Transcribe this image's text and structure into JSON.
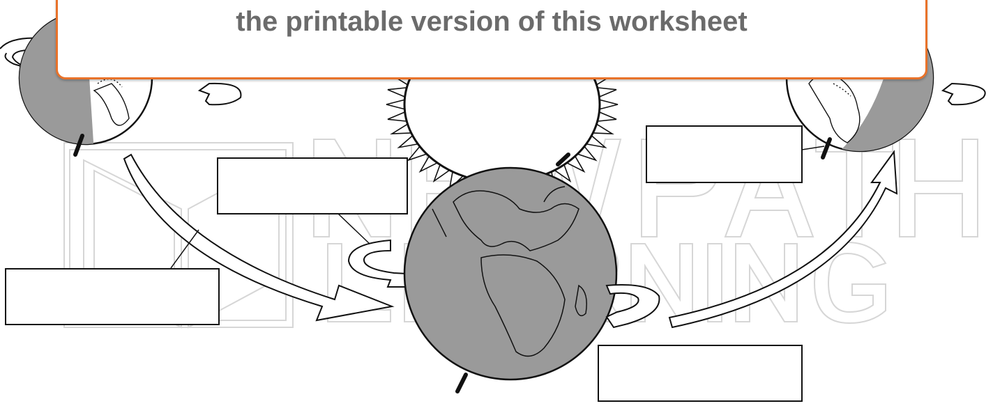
{
  "banner": {
    "text": "the printable version of this worksheet",
    "border_color": "#e8722a",
    "text_color": "#6b6b6b"
  },
  "watermark": {
    "line1": "NEWPATH",
    "line2": "LEARNING"
  },
  "colors": {
    "earth_shade": "#9a9a9a",
    "earth_light": "#ffffff",
    "outline": "#111111"
  },
  "label_boxes": [
    "",
    "",
    "",
    ""
  ]
}
